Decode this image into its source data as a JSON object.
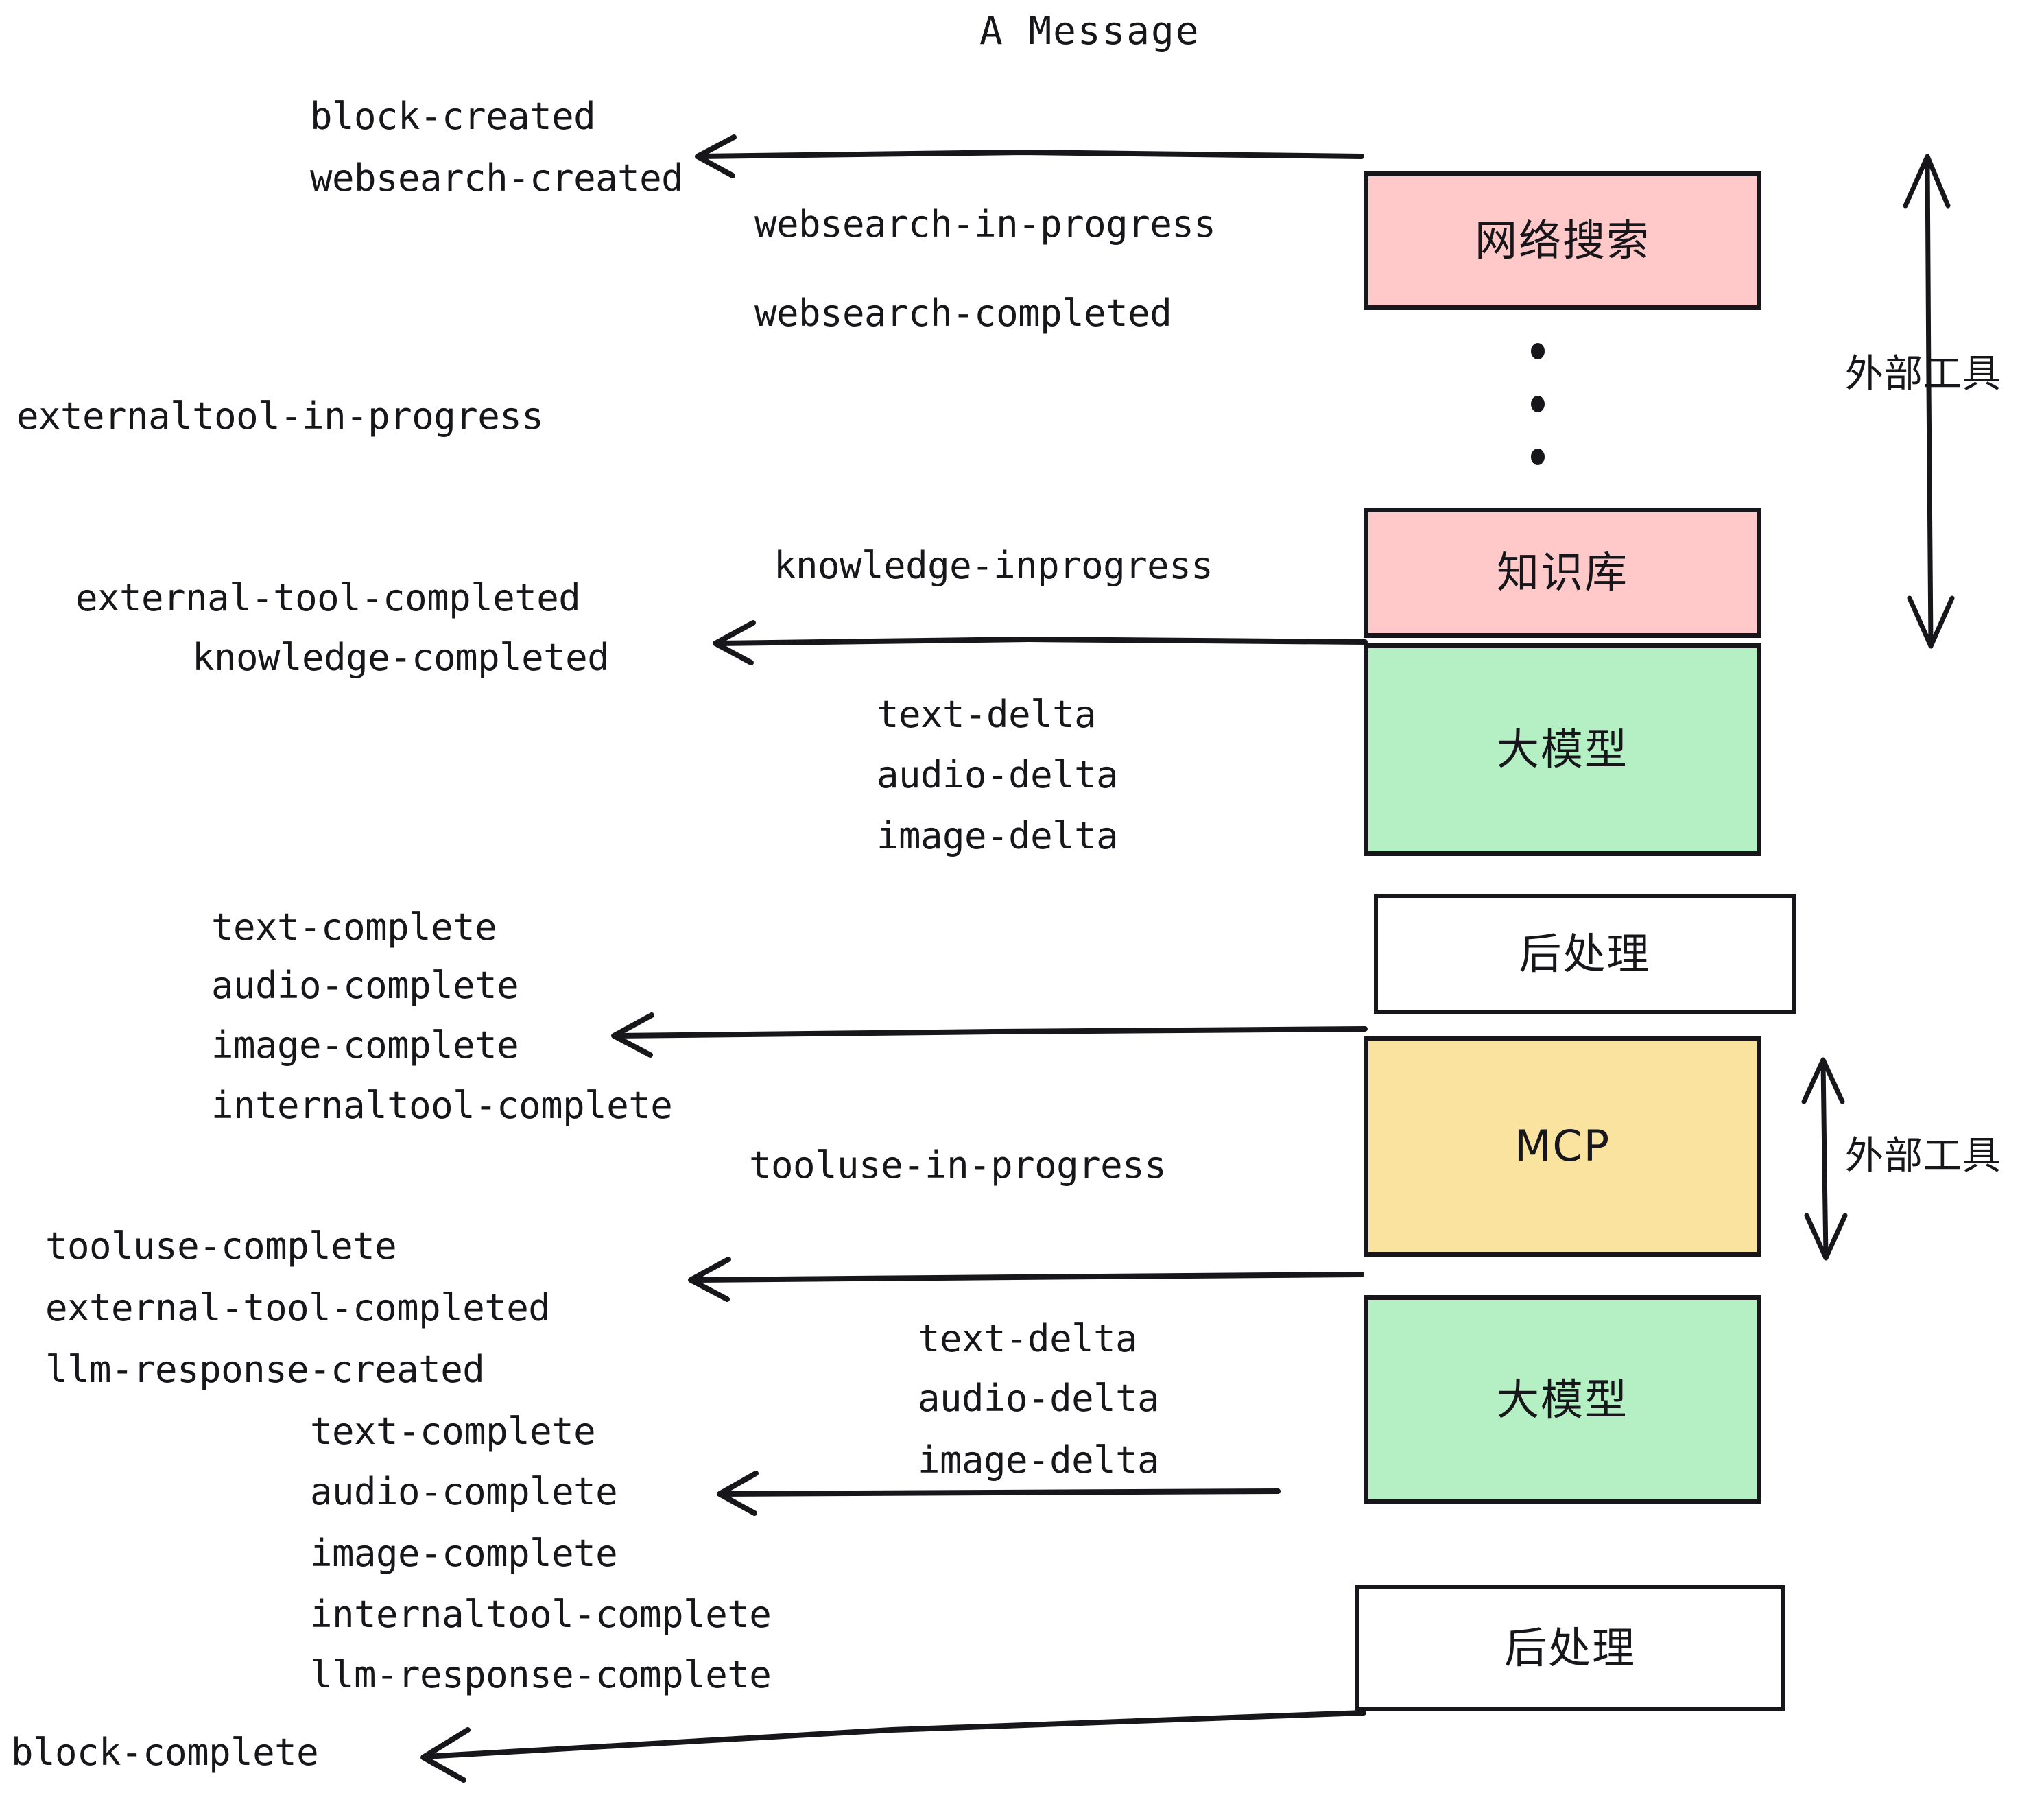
{
  "diagram": {
    "title": "A Message",
    "background": "#ffffff",
    "stroke_color": "#17171b"
  },
  "colors": {
    "pink": "#ffc9c9",
    "green": "#b4f0c3",
    "yellow": "#fae39f",
    "white": "#ffffff",
    "outline": "#17171b"
  },
  "nodes": [
    {
      "id": "websearch",
      "label": "网络搜索",
      "fill": "#ffc9c9",
      "script": "cjk"
    },
    {
      "id": "knowledge",
      "label": "知识库",
      "fill": "#ffc9c9",
      "script": "cjk"
    },
    {
      "id": "llm-top",
      "label": "大模型",
      "fill": "#b4f0c3",
      "script": "cjk"
    },
    {
      "id": "post-top",
      "label": "后处理",
      "fill": "#ffffff",
      "script": "cjk"
    },
    {
      "id": "mcp",
      "label": "MCP",
      "fill": "#fae39f",
      "script": "latin"
    },
    {
      "id": "llm-bottom",
      "label": "大模型",
      "fill": "#b4f0c3",
      "script": "cjk"
    },
    {
      "id": "post-bottom",
      "label": "后处理",
      "fill": "#ffffff",
      "script": "cjk"
    }
  ],
  "side_labels": [
    {
      "id": "external-tools-top",
      "text": "外部工具"
    },
    {
      "id": "external-tools-bottom",
      "text": "外部工具"
    }
  ],
  "events": {
    "block_created": "block-created",
    "websearch_created": "websearch-created",
    "websearch_in_progress": "websearch-in-progress",
    "websearch_completed": "websearch-completed",
    "externaltool_in_progress": "externaltool-in-progress",
    "knowledge_inprogress": "knowledge-inprogress",
    "external_tool_completed_1": "external-tool-completed",
    "knowledge_completed": "knowledge-completed",
    "text_delta_1": "text-delta",
    "audio_delta_1": "audio-delta",
    "image_delta_1": "image-delta",
    "text_complete_1": "text-complete",
    "audio_complete_1": "audio-complete",
    "image_complete_1": "image-complete",
    "internaltool_complete_1": "internaltool-complete",
    "tooluse_in_progress": "tooluse-in-progress",
    "tooluse_complete": "tooluse-complete",
    "external_tool_completed_2": "external-tool-completed",
    "llm_response_created": "llm-response-created",
    "text_delta_2": "text-delta",
    "audio_delta_2": "audio-delta",
    "image_delta_2": "image-delta",
    "text_complete_2": "text-complete",
    "audio_complete_2": "audio-complete",
    "image_complete_2": "image-complete",
    "internaltool_complete_2": "internaltool-complete",
    "llm_response_complete": "llm-response-complete",
    "block_complete": "block-complete"
  }
}
